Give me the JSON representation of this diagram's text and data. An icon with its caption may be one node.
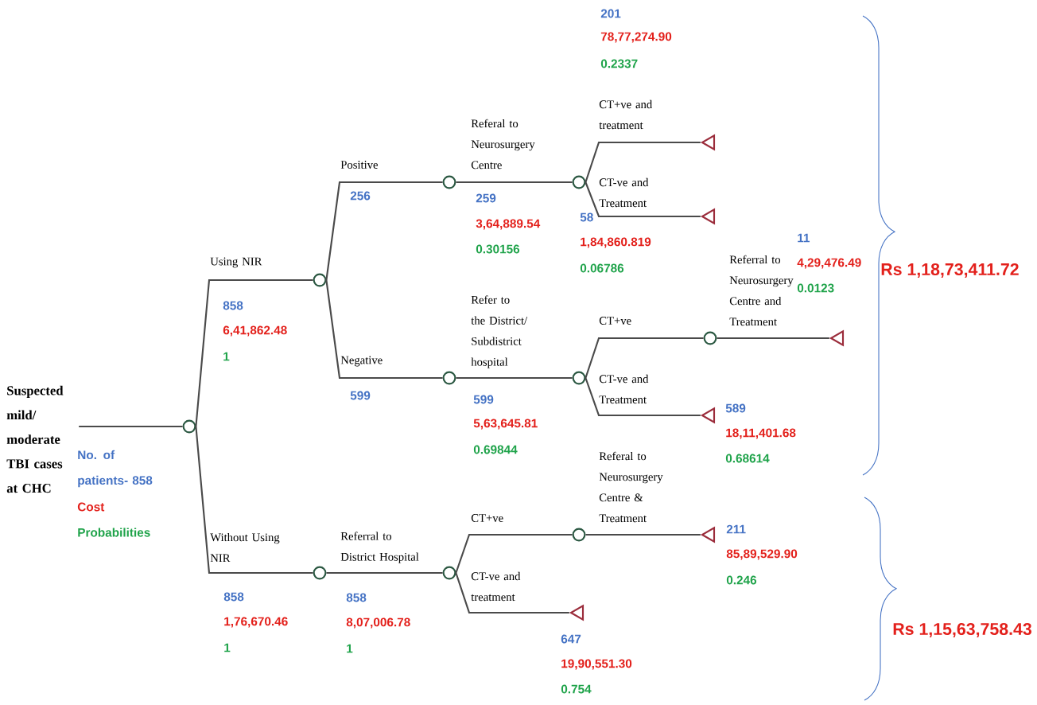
{
  "diagram": {
    "nodes": [
      {
        "text": [
          "Suspected mild/ moderate TBI cases at CHC"
        ]
      },
      {
        "text": [],
        "shape": "circle"
      },
      {
        "text": [],
        "shape": "circle"
      },
      {
        "text": [],
        "shape": "circle"
      },
      {
        "text": [],
        "shape": "circle"
      },
      {
        "text": [],
        "shape": "triangle"
      },
      {
        "text": [],
        "shape": "triangle"
      },
      {
        "text": [],
        "shape": "circle"
      },
      {
        "text": [],
        "shape": "circle"
      },
      {
        "text": [],
        "shape": "circle"
      },
      {
        "text": [],
        "shape": "triangle"
      },
      {
        "text": [],
        "shape": "triangle"
      },
      {
        "text": [],
        "shape": "circle"
      },
      {
        "text": [],
        "shape": "circle"
      },
      {
        "text": [],
        "shape": "circle"
      },
      {
        "text": [],
        "shape": "triangle"
      },
      {
        "text": [],
        "shape": "triangle"
      }
    ],
    "edges": [
      {
        "from": 0,
        "to": 1,
        "arrow": "none"
      },
      {
        "from": 1,
        "to": 2,
        "arrow": "none",
        "label": "Using NIR"
      },
      {
        "from": 2,
        "to": 3,
        "arrow": "none",
        "label": "Positive"
      },
      {
        "from": 3,
        "to": 4,
        "arrow": "none",
        "label": "Referal to Neurosurgery Centre"
      },
      {
        "from": 4,
        "to": 5,
        "arrow": "none",
        "label": "CT+ve and treatment"
      },
      {
        "from": 4,
        "to": 6,
        "arrow": "none",
        "label": "CT-ve and Treatment"
      },
      {
        "from": 2,
        "to": 7,
        "arrow": "none",
        "label": "Negative"
      },
      {
        "from": 7,
        "to": 8,
        "arrow": "none",
        "label": "Refer to the District/ Subdistrict hospital"
      },
      {
        "from": 8,
        "to": 9,
        "arrow": "none",
        "label": "CT+ve"
      },
      {
        "from": 9,
        "to": 10,
        "arrow": "none",
        "label": "Referral to Neurosurgery Centre and Treatment"
      },
      {
        "from": 8,
        "to": 11,
        "arrow": "none",
        "label": "CT-ve and Treatment"
      },
      {
        "from": 1,
        "to": 12,
        "arrow": "none",
        "label": "Without Using NIR"
      },
      {
        "from": 12,
        "to": 13,
        "arrow": "none",
        "label": "Referral to District Hospital"
      },
      {
        "from": 13,
        "to": 14,
        "arrow": "none",
        "label": "CT+ve"
      },
      {
        "from": 14,
        "to": 15,
        "arrow": "none",
        "label": "Referal to Neurosurgery Centre & Treatment"
      },
      {
        "from": 13,
        "to": 16,
        "arrow": "none",
        "label": "CT-ve and treatment"
      }
    ],
    "labels": [
      "201",
      "78,77,274.90",
      "0.2337",
      "256",
      "259",
      "3,64,889.54",
      "0.30156",
      "58",
      "1,84,860.819",
      "0.06786",
      "11",
      "4,29,476.49",
      "0.0123",
      "Rs 1,18,73,411.72",
      "858",
      "6,41,862.48",
      "1",
      "599",
      "599",
      "5,63,645.81",
      "0.69844",
      "589",
      "18,11,401.68",
      "0.68614",
      "No. of patients- 858",
      "Cost",
      "Probabilities",
      "211",
      "85,89,529.90",
      "0.246",
      "858",
      "1,76,670.46",
      "1",
      "858",
      "8,07,006.78",
      "1",
      "Rs 1,15,63,758.43",
      "647",
      "19,90,551.30",
      "0.754"
    ]
  }
}
